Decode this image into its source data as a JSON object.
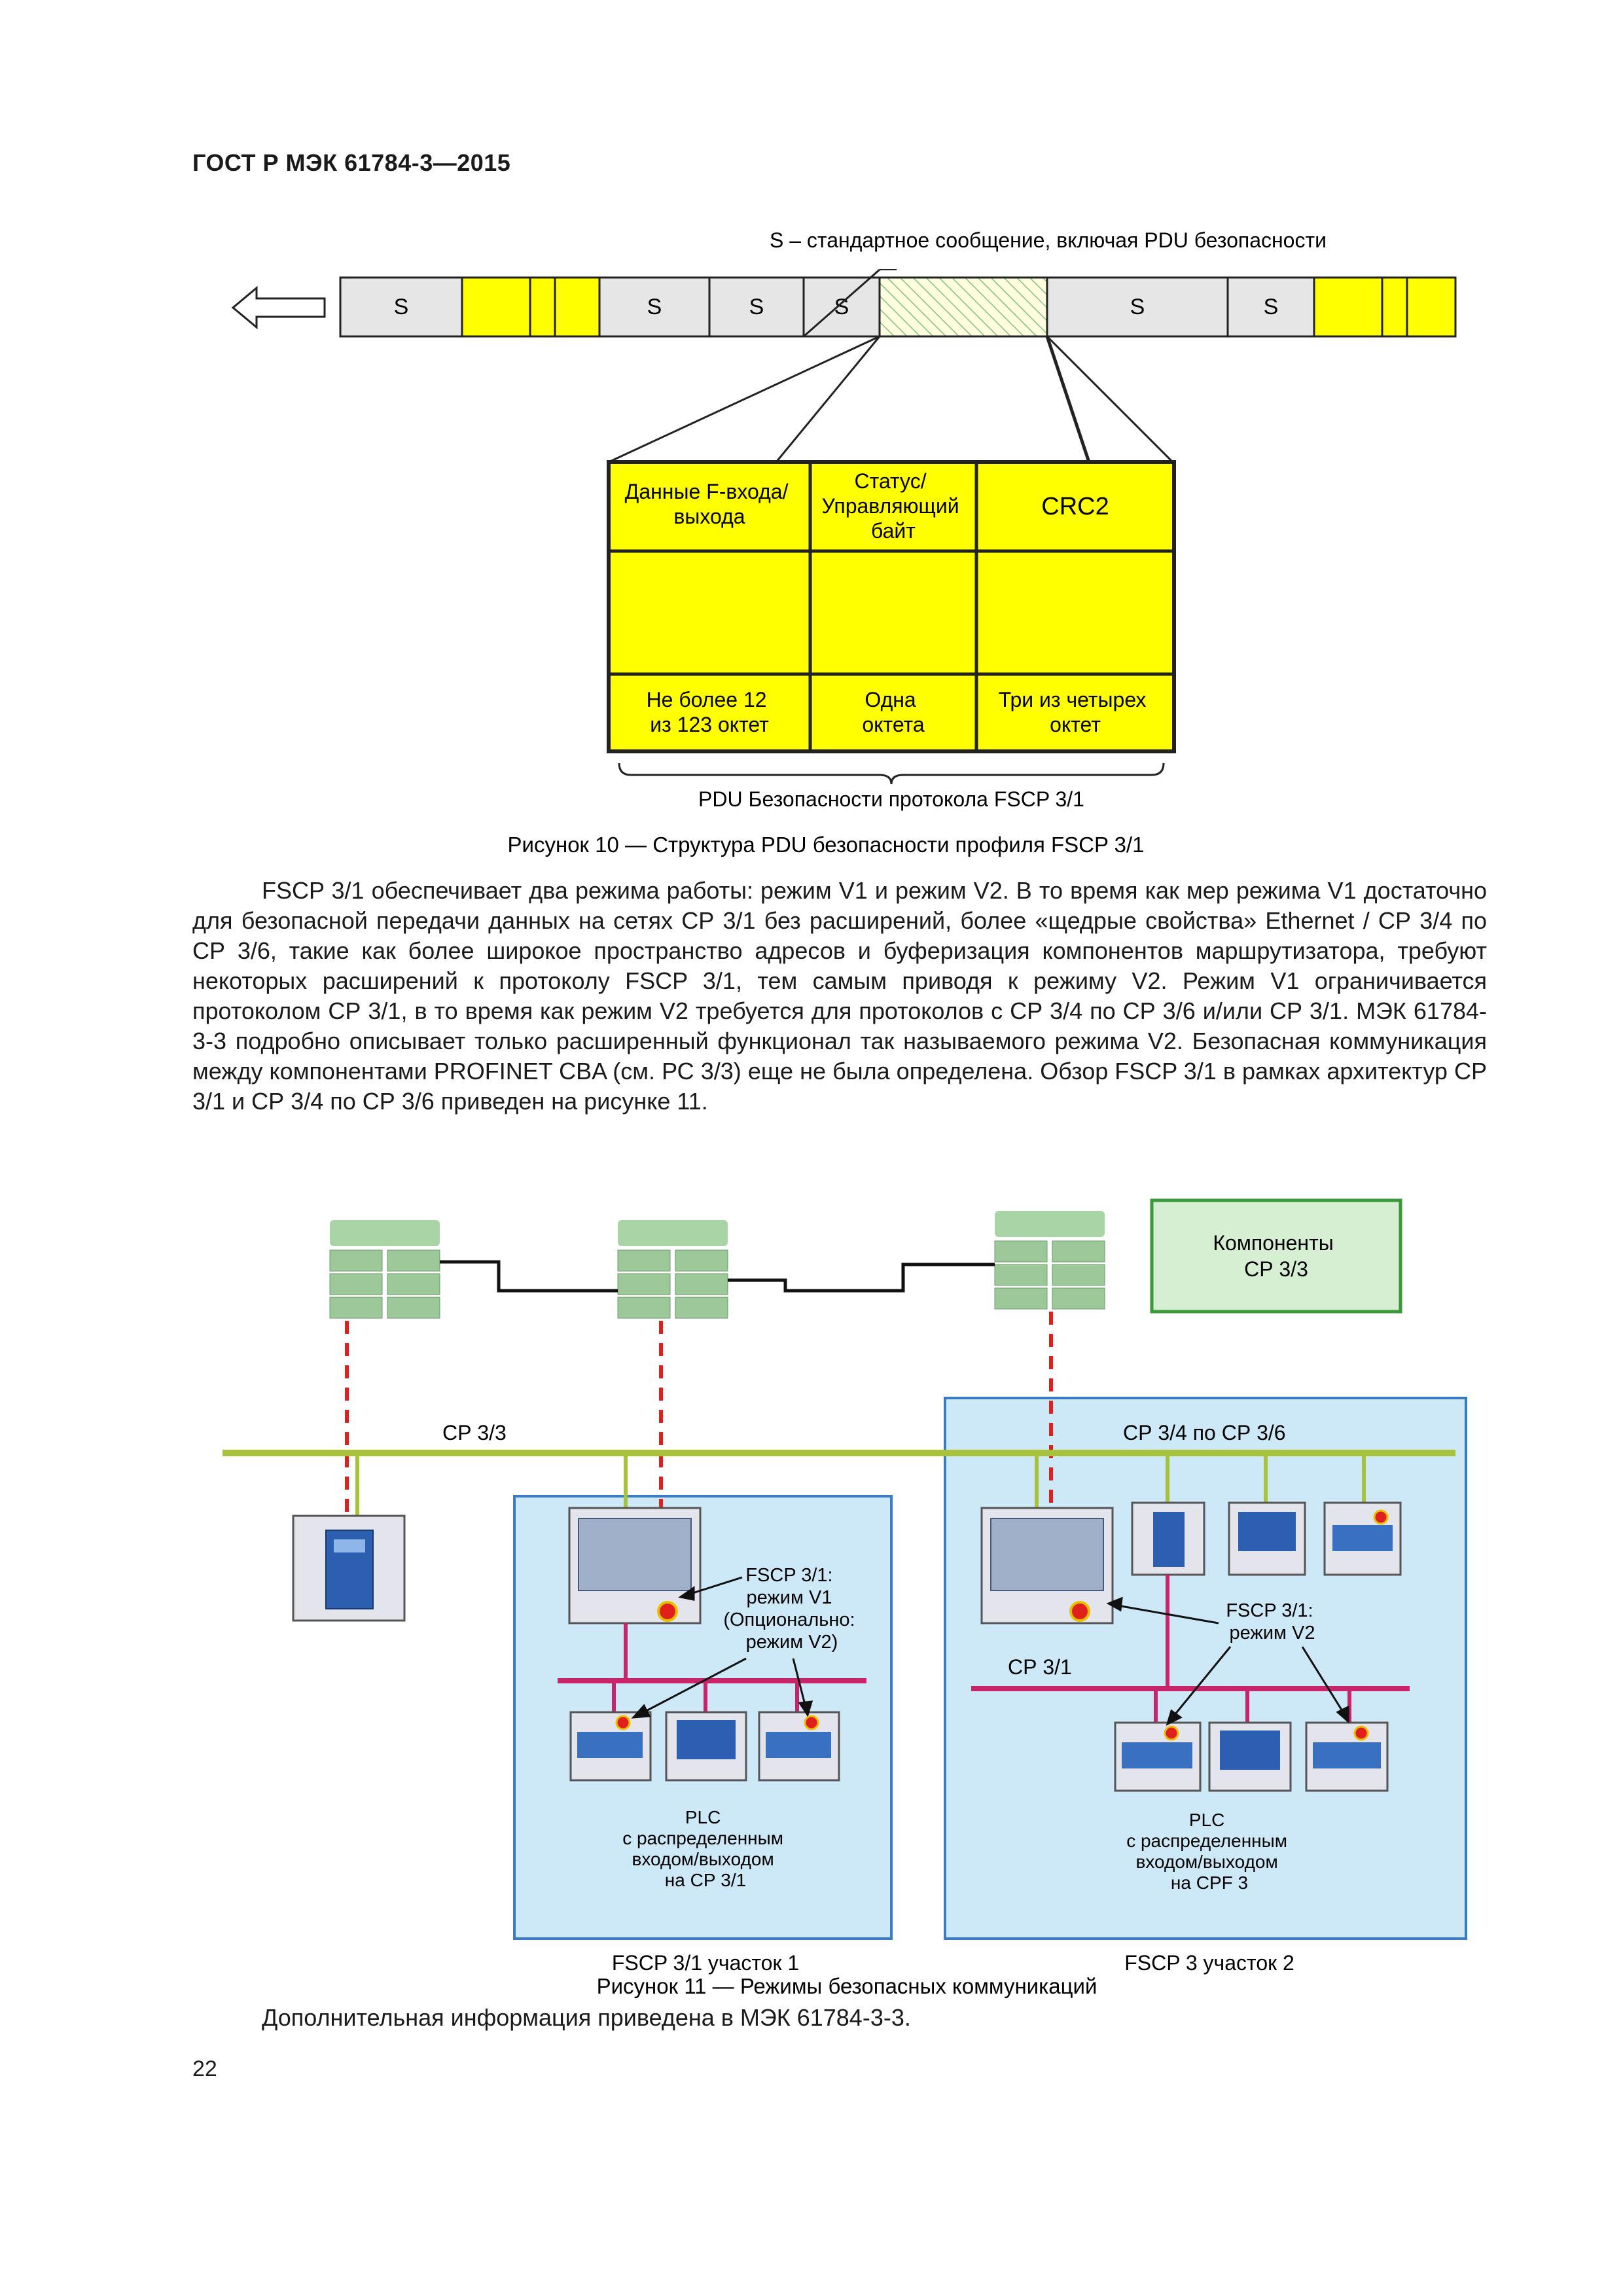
{
  "header": {
    "title": "ГОСТ Р МЭК 61784-3—2015"
  },
  "figure10": {
    "legend": "S – стандартное сообщение, включая PDU безопасности",
    "frame_cells": [
      "S",
      "S",
      "S",
      "S",
      "S",
      "S"
    ],
    "pdu_headers": [
      "Данные F-входа/",
      "выхода",
      "Статус/",
      "Управляющий",
      "байт",
      "CRC2"
    ],
    "pdu_sizes": [
      "Не более 12",
      "из 123 октет",
      "Одна",
      "октета",
      "Три из четырех",
      "октет"
    ],
    "brace_label": "PDU Безопасности протокола FSCP 3/1",
    "caption": "Рисунок 10 — Структура PDU безопасности профиля FSCP 3/1"
  },
  "paragraph": "FSCP 3/1 обеспечивает два режима работы: режим V1 и режим V2. В то время как мер режима V1 достаточно для безопасной передачи данных на сетях СР 3/1 без расширений, более «щедрые свойства» Ethernet / СР 3/4 по СР 3/6, такие как более широкое пространство адресов и буферизация компонентов маршрутизатора, требуют некоторых расширений к протоколу FSCP 3/1, тем самым при­водя к режиму V2. Режим V1 ограничивается протоколом СР 3/1, в то время как режим V2 требуется для протоколов с СР 3/4 по СР 3/6 и/или СР 3/1. МЭК 61784-3-3 подробно описывает только расширенный функционал так называемого режима V2. Безопасная коммуникация между компонентами PROFINET CBA (см. РС 3/3) еще не была определена. Обзор FSCP 3/1 в рамках архитектур СР 3/1 и СР 3/4 по СР 3/6 приведен на рисунке 11.",
  "figure11": {
    "components_label": [
      "Компоненты",
      "СР 3/3"
    ],
    "bus_cp33": "СР 3/3",
    "bus_cp34": "СР 3/4 по СР 3/6",
    "bus_cp31": "СР 3/1",
    "mode_v1": [
      "FSCP 3/1:",
      "режим V1",
      "(Опционально:",
      "режим V2)"
    ],
    "mode_v2": [
      "FSCP 3/1:",
      "режим V2"
    ],
    "plc_left": [
      "PLC",
      "с распределенным",
      "входом/выходом",
      "на СР 3/1"
    ],
    "plc_right": [
      "PLC",
      "с распределенным",
      "входом/выходом",
      "на CPF 3"
    ],
    "section1": "FSCP 3/1 участок 1",
    "section2": "FSCP 3 участок 2",
    "caption": "Рисунок 11 — Режимы безопасных коммуникаций"
  },
  "footer": {
    "note": "Дополнительная информация приведена в МЭК 61784-3-3.",
    "page_number": "22"
  },
  "colors": {
    "yellow": "#ffff00",
    "light_blue": "#cde9f8",
    "olive_bus": "#a8c23c",
    "magenta_bus": "#c8246a",
    "red_dash": "#e0201c",
    "green_module": "#9cc89a"
  }
}
